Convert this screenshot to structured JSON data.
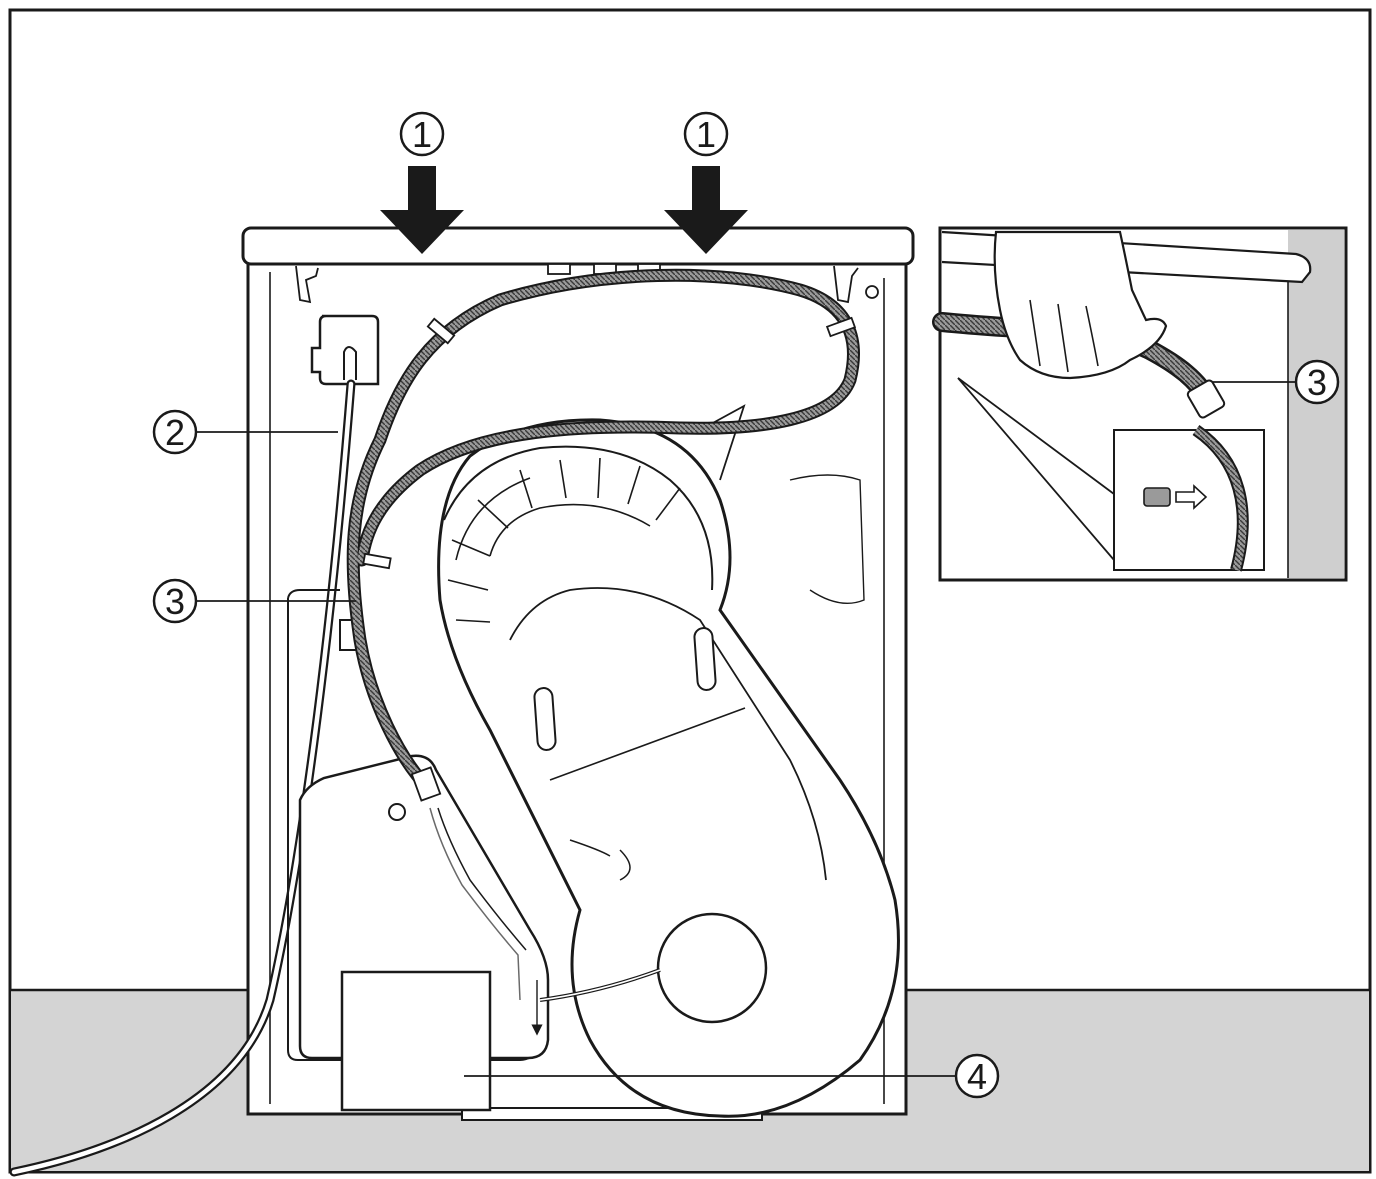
{
  "callouts": {
    "arrow_left": "1",
    "arrow_right": "1",
    "power_cord": "2",
    "drain_hose": "3",
    "drain_hose_detail": "3",
    "water_container": "4"
  },
  "colors": {
    "line": "#1a1a1a",
    "floor": "#d4d4d4",
    "background": "#ffffff",
    "hose": "#8a8a8a",
    "inset_wall": "#cfcfcf"
  }
}
